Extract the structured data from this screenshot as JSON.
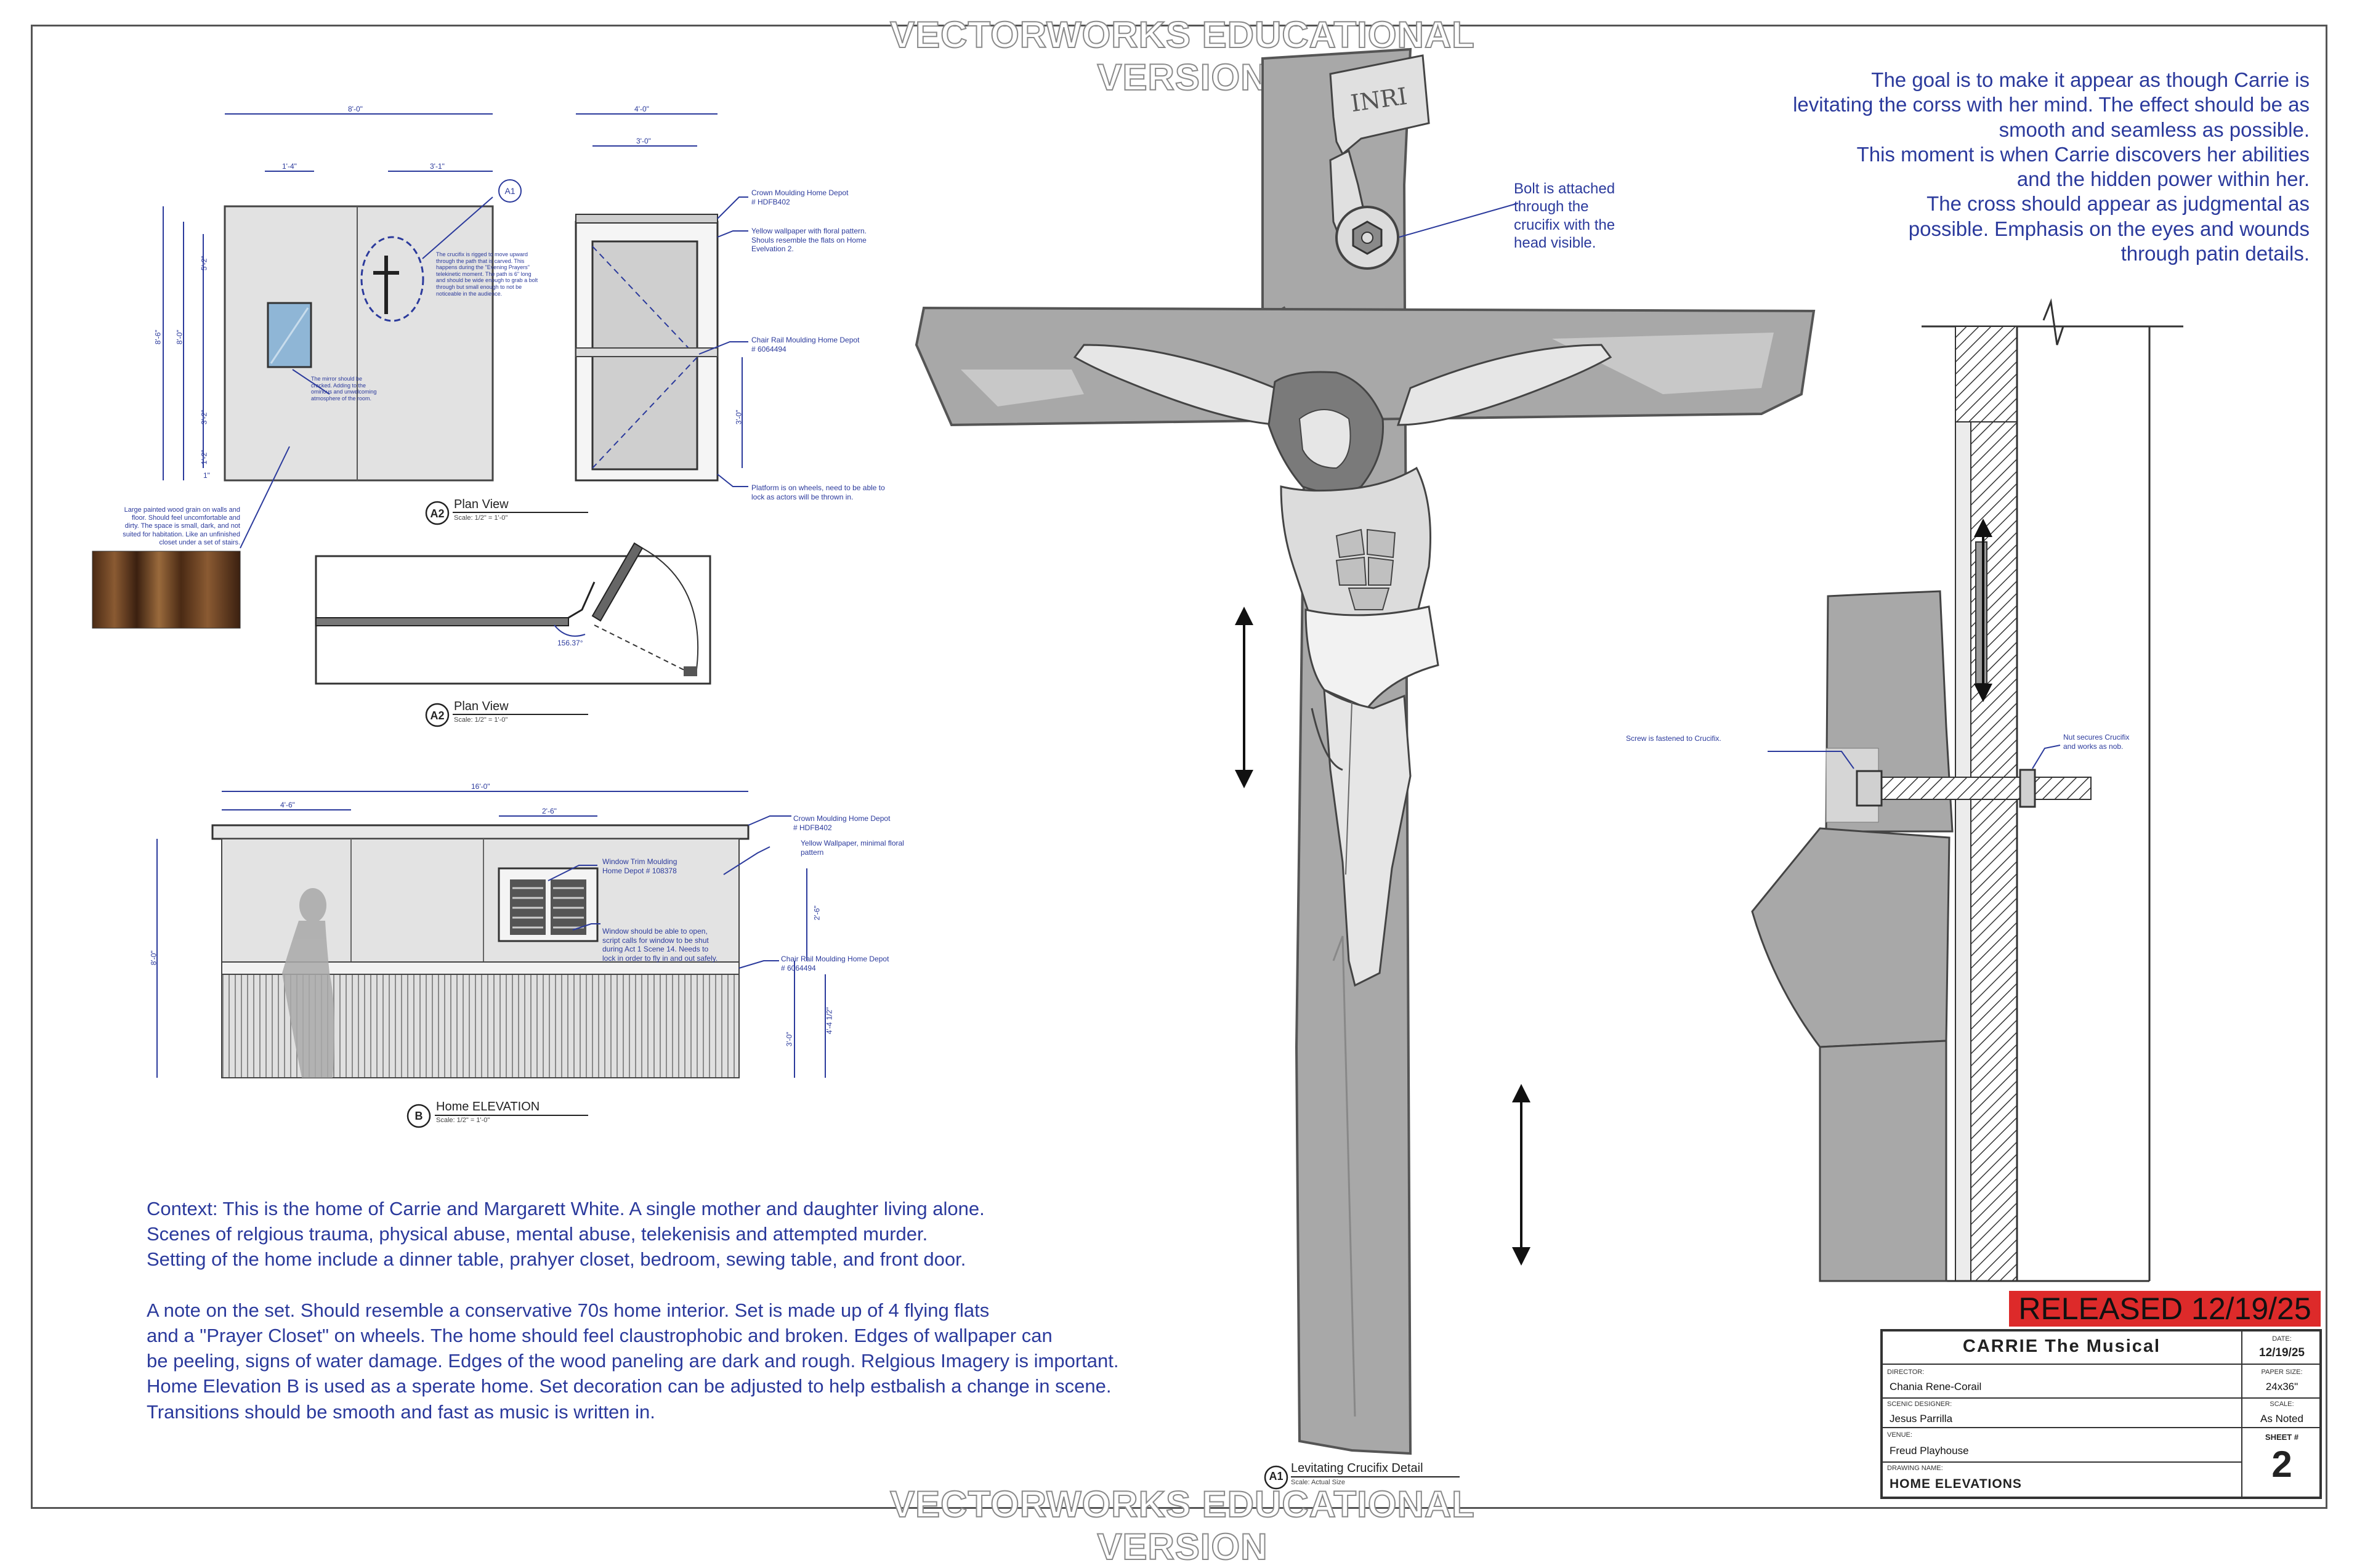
{
  "watermark": {
    "text": "VECTORWORKS EDUCATIONAL VERSION"
  },
  "goal_note": {
    "lines": [
      "The goal is to make it appear as though Carrie is",
      "levitating the corss with her mind. The effect should be as",
      "smooth and seamless as possible.",
      "This moment is when Carrie discovers her abilities",
      "and the hidden power within her.",
      "The cross should appear as judgmental as",
      "possible. Emphasis on the eyes and wounds",
      "through patin details."
    ]
  },
  "crucifix": {
    "inri_label": "INRI",
    "bolt_note": [
      "Bolt is attached",
      "through the",
      "crucifix with the",
      "head visible."
    ],
    "title_tag": "A1",
    "title": "Levitating Crucifix Detail",
    "scale": "Scale: Actual Size"
  },
  "section": {
    "screw_note": "Screw is fastened to Crucifix.",
    "nut_note": [
      "Nut secures Crucifix",
      "and works as nob."
    ]
  },
  "front_elev": {
    "dims": {
      "width": "8'-0\"",
      "left": "1'-4\"",
      "right": "3'-1\"",
      "h1": "8'-6\"",
      "h2": "8'-0\"",
      "h3": "5'-2\"",
      "h4": "3'-2\"",
      "h5": "1'-2\"",
      "h6": "1\""
    },
    "callout_tag": "A1",
    "crucifix_note": [
      "The crucifix is rigged to move upward",
      "through the path that is carved. This",
      "happens during the \"Evening Prayers\"",
      "telekinetic moment. The path is 6\" long",
      "and should be wide enough to grab a bolt",
      "through but small enough to not be",
      "noticeable in the audience."
    ],
    "mirror_note": [
      "The mirror should be",
      "cracked. Adding to the",
      "ominous and unwelcoming",
      "atmosphere of the room."
    ],
    "wood_note": [
      "Large painted wood grain on walls and",
      "floor. Should feel uncomfortable and",
      "dirty. The space is small, dark, and not",
      "suited for habitation. Like an unfinished",
      "closet under a set of stairs."
    ],
    "title_tag": "A2",
    "title": "Plan View",
    "scale": "Scale: 1/2\" = 1'-0\""
  },
  "side_elev": {
    "dims": {
      "width": "4'-0\"",
      "inner": "3'-0\"",
      "h": "3'-0\""
    },
    "notes": {
      "crown": [
        "Crown Moulding Home Depot",
        "# HDFB402"
      ],
      "wallpaper": [
        "Yellow wallpaper with floral pattern.",
        "Shouls resemble the flats on Home",
        "Evelvation 2."
      ],
      "chair_rail": [
        "Chair Rail Moulding Home Depot",
        "# 6064494"
      ],
      "platform": [
        "Platform is on wheels, need to be able to",
        "lock as actors will be thrown in."
      ]
    }
  },
  "plan_view": {
    "angle": "156.37°",
    "title_tag": "A2",
    "title": "Plan View",
    "scale": "Scale: 1/2\" = 1'-0\""
  },
  "home_elev": {
    "dims": {
      "width": "16'-0\"",
      "left": "4'-6\"",
      "window": "2'-6\"",
      "height": "8'-0\"",
      "win_h": "2'-6\"",
      "lower1": "4'-4 1/2\"",
      "lower2": "3'-0\""
    },
    "notes": {
      "crown": [
        "Crown Moulding Home Depot",
        "# HDFB402"
      ],
      "wallpaper": [
        "Yellow Wallpaper, minimal floral",
        "pattern"
      ],
      "trim": [
        "Window Trim Moulding",
        "Home Depot # 108378"
      ],
      "window": [
        "Window should be able to open,",
        "script calls for window to be shut",
        "during Act 1 Scene 14. Needs to",
        "lock in order to fly in and out safely."
      ],
      "chair_rail": [
        "Chair Rail Moulding Home Depot",
        "# 6064494"
      ]
    },
    "title_tag": "B",
    "title": "Home ELEVATION",
    "scale": "Scale: 1/2\" = 1'-0\""
  },
  "context_note": {
    "lines": [
      "Context: This is the home of Carrie and Margarett White. A single mother and daughter living alone.",
      "Scenes of relgious trauma, physical abuse, mental abuse, telekenisis and attempted murder.",
      "Setting of the home include a dinner table, prahyer closet, bedroom, sewing table, and front door.",
      "",
      "A note on the set. Should resemble a conservative 70s home interior. Set is made up of 4 flying flats",
      "and a \"Prayer Closet\" on wheels. The home should feel claustrophobic and broken. Edges of wallpaper can",
      "be peeling, signs of water damage. Edges of the wood paneling are dark and rough. Relgious Imagery is important.",
      "Home Elevation B is used as a sperate home. Set decoration can be adjusted to help estbalish a change in scene.",
      "Transitions should be smooth and fast as music is written in."
    ]
  },
  "released": "RELEASED 12/19/25",
  "title_block": {
    "show": "CARRIE The Musical",
    "date_key": "DATE:",
    "date_val": "12/19/25",
    "director_key": "DIRECTOR:",
    "director_val": "Chania Rene-Corail",
    "paper_key": "PAPER SIZE:",
    "paper_val": "24x36\"",
    "designer_key": "SCENIC DESIGNER:",
    "designer_val": "Jesus Parrilla",
    "scale_key": "SCALE:",
    "scale_val": "As Noted",
    "venue_key": "VENUE:",
    "venue_val": "Freud Playhouse",
    "sheet_key": "SHEET #",
    "sheet_val": "2",
    "drawing_key": "DRAWING NAME:",
    "drawing_val": "HOME ELEVATIONS"
  },
  "colors": {
    "annotation": "#2b3a9c",
    "released": "#dd2a2a",
    "cross_mid": "#a8a8a8",
    "cross_light": "#d9d9d9",
    "cross_dark": "#6e6e6e"
  }
}
